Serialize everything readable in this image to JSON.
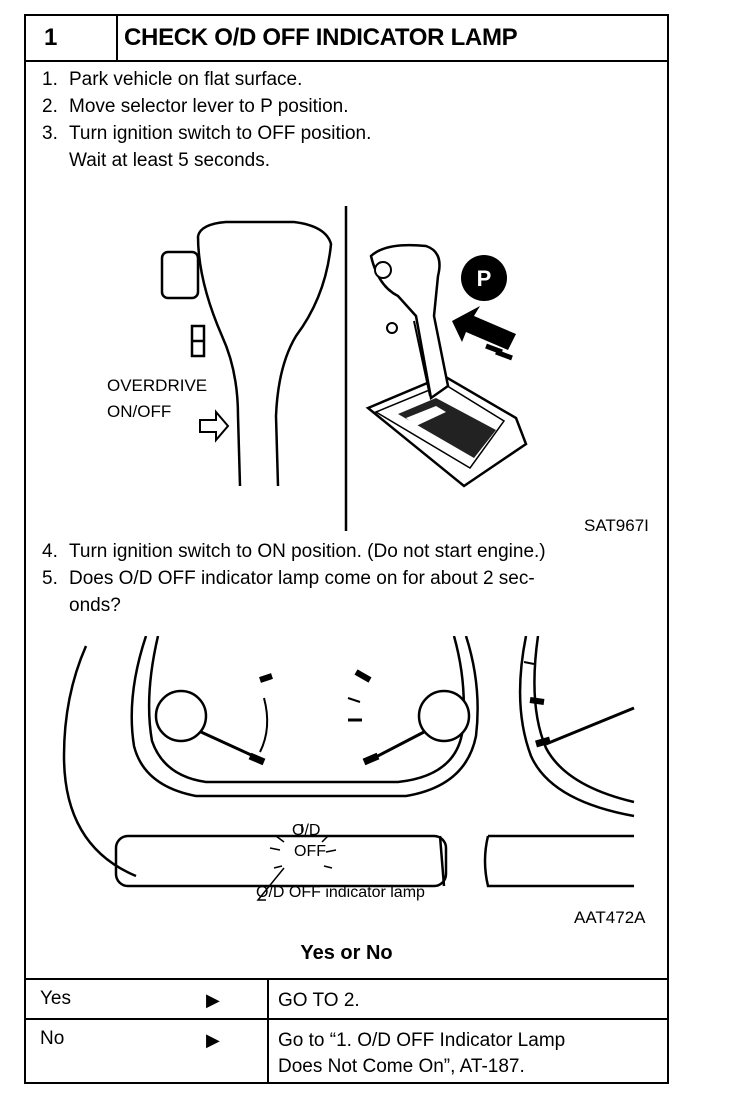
{
  "header": {
    "step_number": "1",
    "title": "CHECK O/D OFF INDICATOR LAMP"
  },
  "steps_a": [
    {
      "num": "1.",
      "text": "Park vehicle on flat surface."
    },
    {
      "num": "2.",
      "text": "Move selector lever to P position."
    },
    {
      "num": "3.",
      "text": "Turn ignition switch to OFF position."
    }
  ],
  "step3_cont": "Wait at least 5 seconds.",
  "figure1": {
    "overdrive_label_1": "OVERDRIVE",
    "overdrive_label_2": "ON/OFF",
    "p_badge": "P",
    "code": "SAT967I"
  },
  "steps_b": [
    {
      "num": "4.",
      "text": "Turn ignition switch to ON position. (Do not start engine.)"
    },
    {
      "num": "5.",
      "text": "Does O/D OFF indicator lamp come on for about 2 sec-"
    }
  ],
  "step5_cont": "onds?",
  "figure2": {
    "lamp_line1": "O/D",
    "lamp_line2": "OFF",
    "callout": "O/D OFF indicator lamp",
    "code": "AAT472A"
  },
  "question": "Yes or No",
  "answers": [
    {
      "key": "Yes",
      "arrow": "▶",
      "action_lines": [
        "GO TO 2."
      ]
    },
    {
      "key": "No",
      "arrow": "▶",
      "action_lines": [
        "Go to “1. O/D OFF Indicator Lamp",
        "Does Not Come On”, AT-187."
      ]
    }
  ]
}
